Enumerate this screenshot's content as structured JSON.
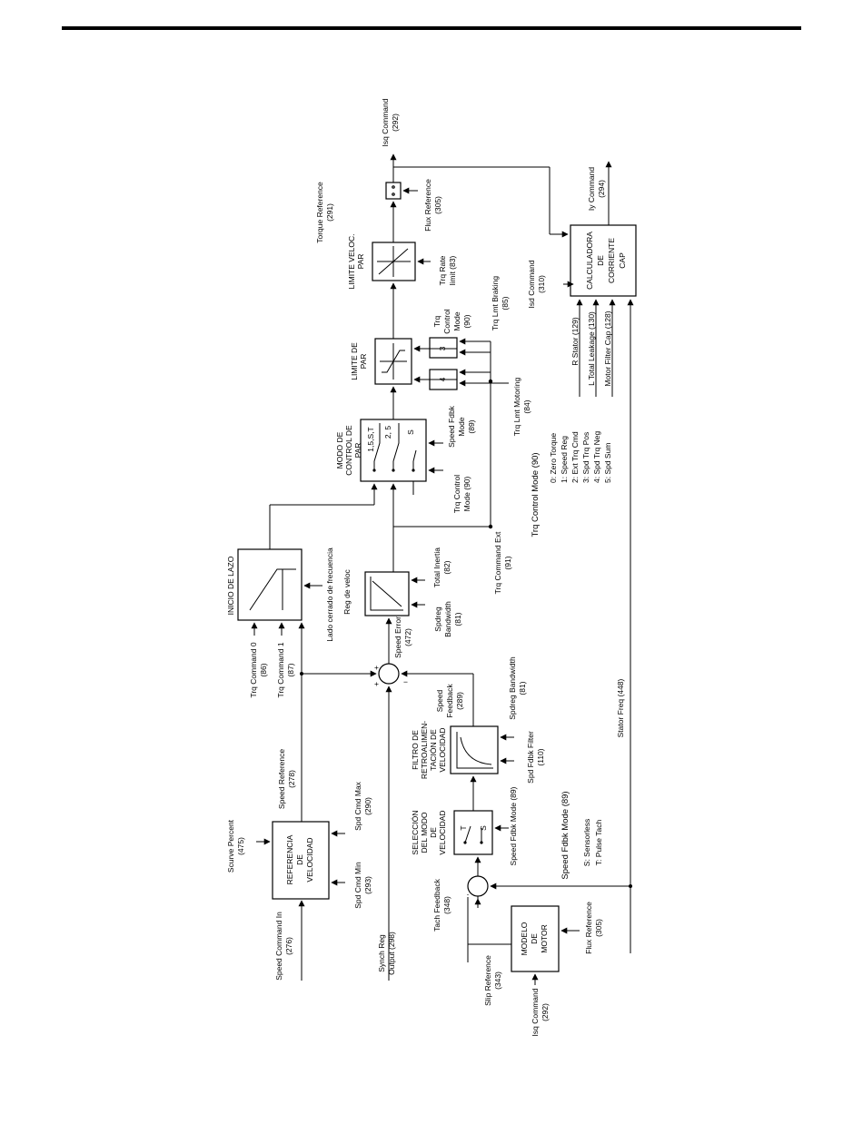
{
  "blocks": {
    "ref_vel": [
      "REFERENCIA",
      "DE",
      "VELOCIDAD"
    ],
    "inicio_lazo": "INICIO DE LAZO",
    "modo_control": [
      "MODO DE",
      "CONTROL DE",
      "PAR"
    ],
    "limite_par": [
      "LIMITE DE",
      "PAR"
    ],
    "limite_veloc": [
      "LIMITE VELOC.",
      "PAR"
    ],
    "calculadora": [
      "CALCULADORA",
      "DE",
      "CORRIENTE",
      "CAP"
    ],
    "filtro": [
      "FILTRO DE",
      "RETROALIMEN-",
      "TACIÓN DE",
      "VELOCIDAD"
    ],
    "seleccion": [
      "SELECCIÓN",
      "DEL MODO",
      "DE",
      "VELOCIDAD"
    ],
    "modelo": [
      "MODELO",
      "DE",
      "MOTOR"
    ]
  },
  "switch_labels": {
    "s1": "1,5,S,T",
    "s2": "2, 5",
    "s3": "S",
    "sel_t": "T",
    "sel_s": "S",
    "lim4": "4",
    "lim3": "3"
  },
  "labels": {
    "isq_command_top": [
      "Isq Command",
      "(292)"
    ],
    "torque_reference": [
      "Torque Reference",
      "(291)"
    ],
    "flux_reference_top": [
      "Flux Reference",
      "(305)"
    ],
    "iy_command": [
      "Iy Command",
      "(294)"
    ],
    "trq_rate_limit": [
      "Trq Rate",
      "limit (83)"
    ],
    "isd_command": [
      "Isd Command",
      "(310)"
    ],
    "trq_control_mode_90": [
      "Trq",
      "Control",
      "Mode",
      "(90)"
    ],
    "trq_lmt_braking": [
      "Trq Lmt Braking",
      "(85)"
    ],
    "trq_lmt_motoring": [
      "Trq Lmt Motoring",
      "(84)"
    ],
    "r_stator": "R Stator (129)",
    "l_total_leakage": "L Total Leakage (130)",
    "motor_filter_cap": "Motor Filter Cap (128)",
    "speed_fdbk_mode_89": [
      "Speed Fdbk",
      "Mode",
      "(89)"
    ],
    "trq_control_mode_90b": [
      "Trq Control",
      "Mode (90)"
    ],
    "trq_control_mode_title": "Trq Control Mode (90)",
    "mode_list": [
      "0: Zero Torque",
      "1: Speed Reg",
      "2: Ext Trq Cmd",
      "3: Spd Trq Pos",
      "4: Spd Trq Neg",
      "5: Spd Sum"
    ],
    "trq_command_ext": [
      "Trq Command Ext",
      "(91)"
    ],
    "total_inertia": [
      "Total Inertia",
      "(82)"
    ],
    "spdreg_bandwidth": [
      "Spdreg",
      "Bandwidth",
      "(81)"
    ],
    "lado_cerrado": "Lado cerrado de frecuencia",
    "reg_de_veloc": "Reg de veloc",
    "speed_error": [
      "Speed Error",
      "(472)"
    ],
    "trq_command_0": [
      "Trq Command 0",
      "(86)"
    ],
    "trq_command_1": [
      "Trq Command 1",
      "(87)"
    ],
    "speed_feedback": [
      "Speed",
      "Feedback",
      "(289)"
    ],
    "spdreg_bandwidth_81": [
      "Spdreg Bandwidth",
      "(81)"
    ],
    "stator_freq": "Stator Freq (448)",
    "spd_fdbk_filter": [
      "Spd Fdbk Filter",
      "(110)"
    ],
    "speed_reference": [
      "Speed Reference",
      "(278)"
    ],
    "scurve_percent": [
      "Scurve Percent",
      "(475)"
    ],
    "spd_cmd_max": [
      "Spd Cmd Max",
      "(290)"
    ],
    "spd_cmd_min": [
      "Spd Cmd Min",
      "(293)"
    ],
    "speed_command_in": [
      "Speed Command In",
      "(276)"
    ],
    "synch_reg_output": [
      "Synch Reg",
      "Output (298)"
    ],
    "tach_feedback": [
      "Tach Feedback",
      "(348)"
    ],
    "speed_fdbk_mode_sel": "Speed Fdbk Mode (89)",
    "speed_fdbk_mode_title": "Speed Fdbk Mode (89)",
    "sensorless": "S: Sensorless",
    "pulse_tach": "T: Pulse Tach",
    "slip_reference": [
      "Slip Reference",
      "(343)"
    ],
    "isq_command_bottom": [
      "Isq Command",
      "(292)"
    ],
    "flux_reference_bottom": [
      "Flux Reference",
      "(305)"
    ]
  },
  "signs": {
    "plus": "+",
    "minus": "−"
  }
}
